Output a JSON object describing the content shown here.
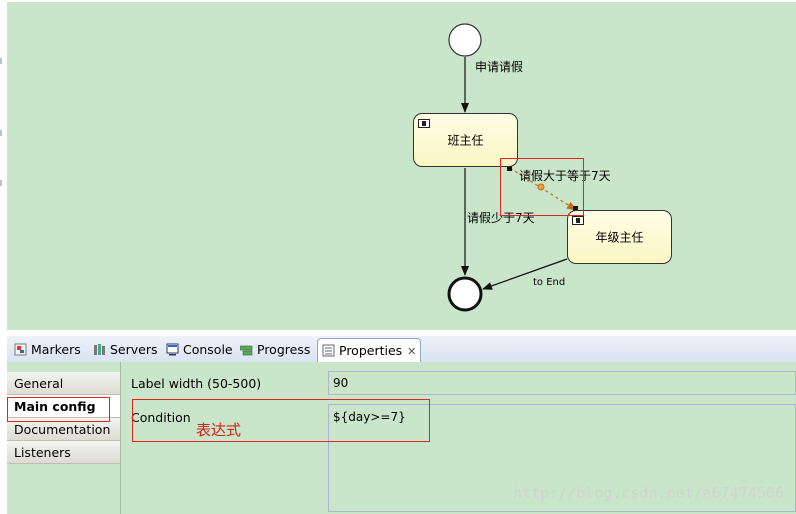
{
  "diagram": {
    "start_flow_label": "申请请假",
    "task1": {
      "label": "班主任",
      "icon": "user-task-icon"
    },
    "task2": {
      "label": "年级主任",
      "icon": "user-task-icon"
    },
    "flow_gt7_label": "请假大于等于7天",
    "flow_lt7_label": "请假少于7天",
    "flow_end_label": "to End"
  },
  "tabs": [
    {
      "label": "Markers",
      "icon": "markers-icon"
    },
    {
      "label": "Servers",
      "icon": "servers-icon"
    },
    {
      "label": "Console",
      "icon": "console-icon"
    },
    {
      "label": "Progress",
      "icon": "progress-icon"
    },
    {
      "label": "Properties",
      "icon": "properties-icon",
      "active": true,
      "close": "✕"
    }
  ],
  "properties": {
    "sidebar": [
      "General",
      "Main config",
      "Documentation",
      "Listeners"
    ],
    "active_section": "Main config",
    "label_width": {
      "label": "Label width (50-500)",
      "value": "90"
    },
    "condition": {
      "label": "Condition",
      "value": "${day>=7}"
    },
    "annotation": "表达式"
  },
  "watermark": "http://blog.csdn.net/a67474506",
  "colors": {
    "canvas": "#c9e6cb",
    "highlight": "#e0261f",
    "task_fill": "#fbf6c4"
  }
}
